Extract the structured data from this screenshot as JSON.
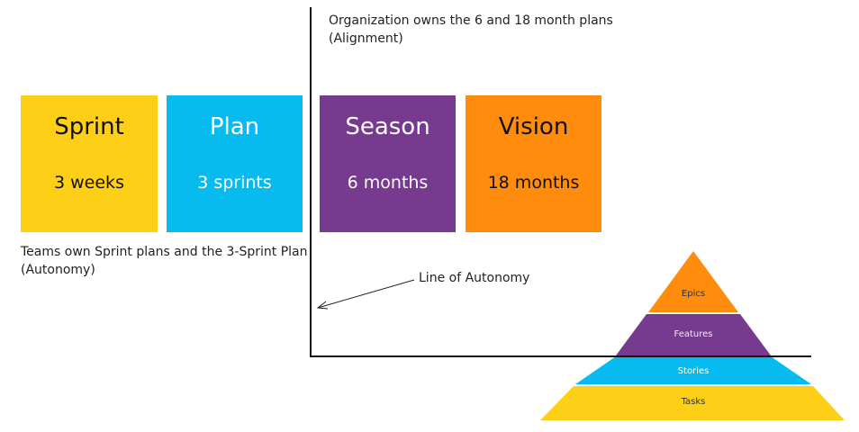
{
  "boxes": [
    {
      "title": "Sprint",
      "subtitle": "3 weeks",
      "color": "#FDD017",
      "text_color": "#111111"
    },
    {
      "title": "Plan",
      "subtitle": "3 sprints",
      "color": "#08BBEF",
      "text_color": "#FFFFFF"
    },
    {
      "title": "Season",
      "subtitle": "6 months",
      "color": "#763A8F",
      "text_color": "#FFFFFF"
    },
    {
      "title": "Vision",
      "subtitle": "18 months",
      "color": "#FF8C0C",
      "text_color": "#111111"
    }
  ],
  "notes": {
    "org_line1": "Organization owns the 6 and 18 month plans",
    "org_line2": "(Alignment)",
    "team_line1": "Teams own Sprint plans and the 3-Sprint Plan",
    "team_line2": "(Autonomy)",
    "line_label": "Line of Autonomy"
  },
  "pyramid": [
    {
      "label": "Epics",
      "color": "#FF8C0C"
    },
    {
      "label": "Features",
      "color": "#763A8F"
    },
    {
      "label": "Stories",
      "color": "#08BBEF"
    },
    {
      "label": "Tasks",
      "color": "#FDD017"
    }
  ]
}
